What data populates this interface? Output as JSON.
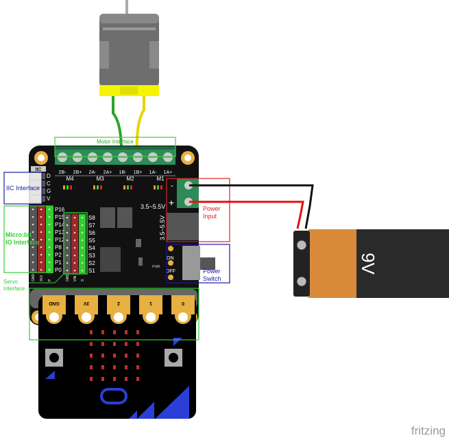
{
  "motor_interface": {
    "label": "Motor Interface",
    "terminals": [
      "2B-",
      "2B+",
      "2A-",
      "2A+",
      "1B-",
      "1B+",
      "1A-",
      "1A+"
    ],
    "motors": [
      "M4",
      "M3",
      "M2",
      "M1"
    ]
  },
  "iic": {
    "header": "IIC",
    "label": "IIC Interface",
    "pins": [
      "D",
      "C",
      "G",
      "V"
    ]
  },
  "io": {
    "label_line1": "Micro:bit",
    "label_line2": "IO Interface",
    "pins": [
      "P16",
      "P15",
      "P14",
      "P13",
      "P12",
      "P8",
      "P2",
      "P1",
      "P0"
    ],
    "bottom": [
      "GND",
      "3V3",
      "P"
    ]
  },
  "servo": {
    "label_line1": "Servo",
    "label_line2": "Interface",
    "pins": [
      "S8",
      "S7",
      "S6",
      "S5",
      "S4",
      "S3",
      "S2",
      "S1"
    ],
    "bottom": [
      "GND",
      "VIN",
      "S"
    ]
  },
  "power_input": {
    "label_line1": "Power",
    "label_line2": "Input",
    "minus": "-",
    "plus": "+",
    "voltage": "3.5~5.5V",
    "voltage_vertical": "3.5~5.5V"
  },
  "power_switch": {
    "label_line1": "Power",
    "label_line2": "Switch",
    "on": "ON",
    "off": "OFF",
    "pwr": "PWR"
  },
  "microbit": {
    "pads": [
      "GND",
      "3V",
      "2",
      "1",
      "0"
    ]
  },
  "battery": {
    "label": "9V"
  },
  "logo": "fritzing",
  "colors": {
    "board": "#111111",
    "terminal": "#2e8b57",
    "iic_box": "#1a1aa0",
    "io_box": "#33cc33",
    "power_box": "#dd2222",
    "battery_orange": "#d88a3a",
    "motor_yellow": "#f5f500",
    "microbit_blue": "#2b3fd6"
  }
}
